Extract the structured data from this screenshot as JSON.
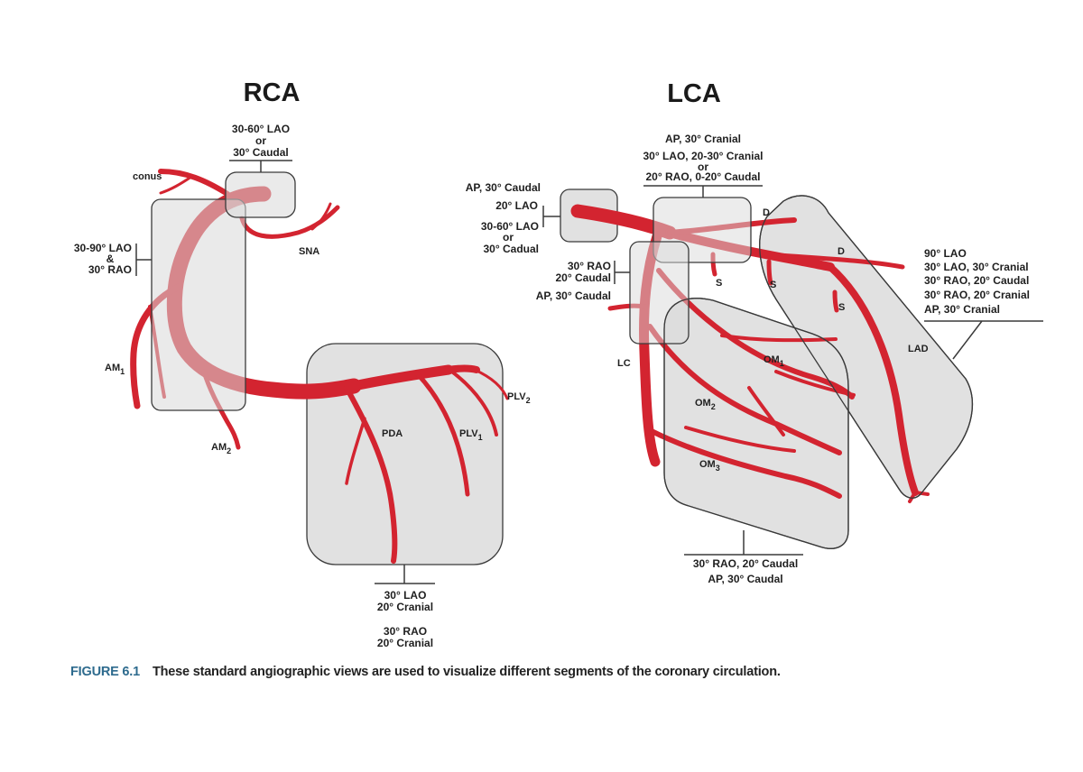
{
  "titles": {
    "rca": "RCA",
    "lca": "LCA"
  },
  "rca": {
    "view_top": [
      "30-60° LAO",
      "or",
      "30° Caudal"
    ],
    "view_left": [
      "30-90° LAO",
      "&",
      "30° RAO"
    ],
    "view_bottom_1": [
      "30° LAO",
      "20° Cranial"
    ],
    "view_bottom_2": [
      "30° RAO",
      "20° Cranial"
    ],
    "labels": {
      "conus": "conus",
      "sna": "SNA",
      "am1": "AM",
      "am1_sub": "1",
      "am2": "AM",
      "am2_sub": "2",
      "pda": "PDA",
      "plv1": "PLV",
      "plv1_sub": "1",
      "plv2": "PLV",
      "plv2_sub": "2"
    }
  },
  "lca": {
    "view_left_main": [
      "AP, 30° Caudal",
      "20° LAO",
      "30-60° LAO",
      "or",
      "30° Cadual"
    ],
    "view_top": [
      "AP, 30° Cranial",
      "30° LAO, 20-30° Cranial",
      "or",
      "20° RAO, 0-20° Caudal"
    ],
    "view_left_lc": [
      "30° RAO",
      "20° Caudal",
      "AP, 30° Caudal"
    ],
    "view_right": [
      "90° LAO",
      "30° LAO, 30° Cranial",
      "30° RAO, 20° Caudal",
      "30° RAO, 20° Cranial",
      "AP, 30° Cranial"
    ],
    "view_bottom": [
      "30° RAO, 20° Caudal",
      "AP, 30° Caudal"
    ],
    "labels": {
      "d1": "D",
      "d2": "D",
      "s1": "S",
      "s2": "S",
      "s3": "S",
      "lc": "LC",
      "lad": "LAD",
      "om1": "OM",
      "om1_sub": "1",
      "om2": "OM",
      "om2_sub": "2",
      "om3": "OM",
      "om3_sub": "3"
    }
  },
  "caption": {
    "figure": "FIGURE 6.1",
    "text": "These standard angiographic views are used to visualize different segments of the coronary circulation."
  },
  "colors": {
    "vessel": "#d32430",
    "box_fill": "#e1e1e1",
    "caption_accent": "#2e6b8e"
  }
}
